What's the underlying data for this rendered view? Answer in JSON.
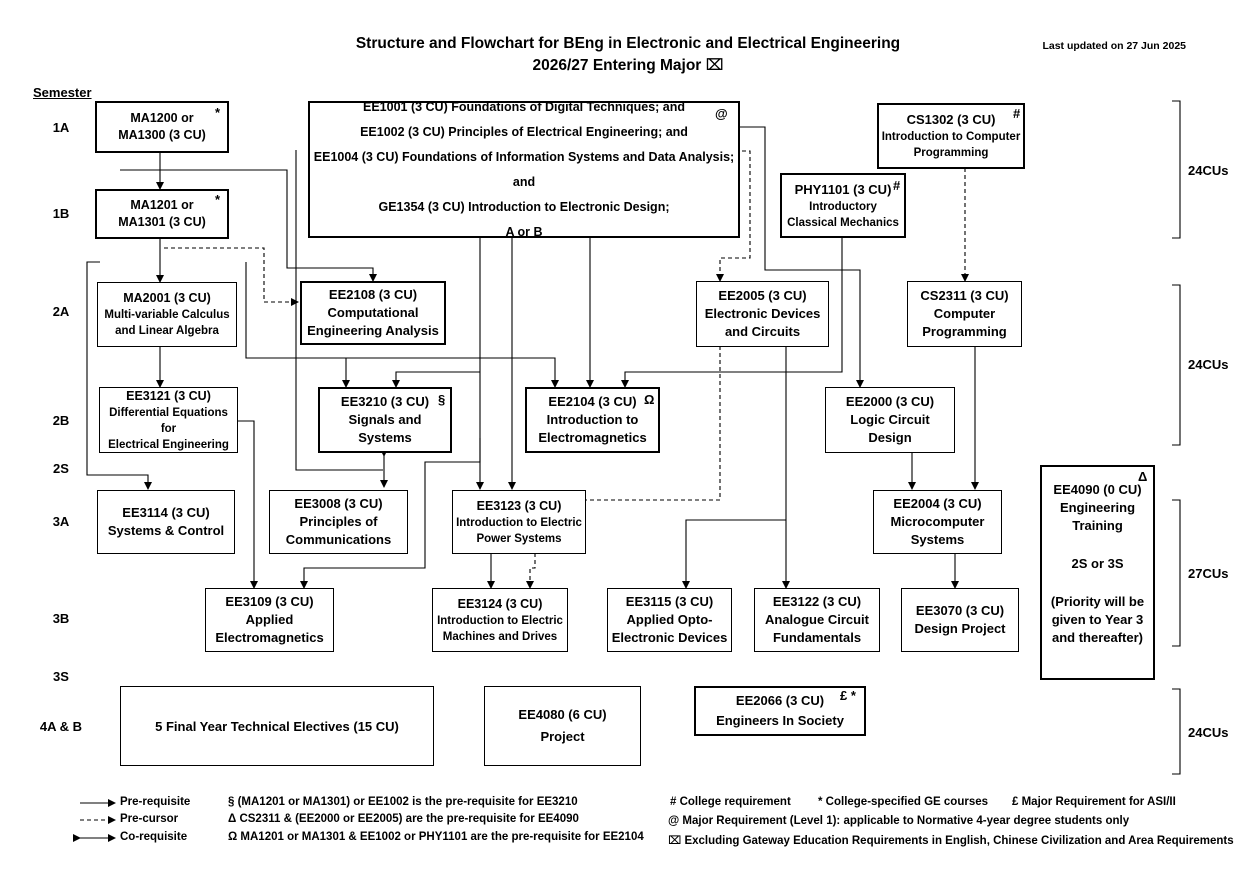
{
  "header": {
    "title_line1": "Structure and Flowchart for BEng in Electronic and Electrical Engineering",
    "title_line2": "2026/27 Entering Major ⌧",
    "last_updated": "Last updated on 27 Jun 2025"
  },
  "semesters": {
    "header": "Semester",
    "s1a": "1A",
    "s1b": "1B",
    "s2a": "2A",
    "s2b": "2B",
    "s2s": "2S",
    "s3a": "3A",
    "s3b": "3B",
    "s3s": "3S",
    "s4": "4A & B"
  },
  "credits": {
    "y1": "24CUs",
    "y2": "24CUs",
    "y3": "27CUs",
    "y4": "24CUs"
  },
  "courses": {
    "ma1200": {
      "l1": "MA1200 or",
      "l2": "MA1300 (3 CU)",
      "sym": "*"
    },
    "ma1201": {
      "l1": "MA1201 or",
      "l2": "MA1301 (3 CU)",
      "sym": "*"
    },
    "ee1001": {
      "l1": "EE1001 (3 CU) Foundations of Digital Techniques; and",
      "l2": "EE1002 (3 CU) Principles of Electrical Engineering; and",
      "l3": "EE1004 (3 CU) Foundations of Information Systems and Data Analysis; and",
      "l4": "GE1354 (3 CU) Introduction to Electronic Design;",
      "l5": "A or B",
      "sym": "@"
    },
    "cs1302": {
      "l1": "CS1302 (3 CU)",
      "l2": "Introduction to Computer",
      "l3": "Programming",
      "sym": "#"
    },
    "phy1101": {
      "l1": "PHY1101 (3 CU)",
      "l2": "Introductory",
      "l3": "Classical Mechanics",
      "sym": "#"
    },
    "ma2001": {
      "l1": "MA2001 (3 CU)",
      "l2": "Multi-variable Calculus",
      "l3": "and Linear Algebra"
    },
    "ee2108": {
      "l1": "EE2108 (3 CU)",
      "l2": "Computational",
      "l3": "Engineering Analysis"
    },
    "ee2005": {
      "l1": "EE2005 (3 CU)",
      "l2": "Electronic Devices",
      "l3": "and Circuits"
    },
    "cs2311": {
      "l1": "CS2311 (3 CU)",
      "l2": "Computer",
      "l3": "Programming"
    },
    "ee3121": {
      "l1": "EE3121 (3 CU)",
      "l2": "Differential Equations for",
      "l3": "Electrical Engineering"
    },
    "ee3210": {
      "l1": "EE3210 (3 CU)",
      "l2": "Signals and",
      "l3": "Systems",
      "sym": "§"
    },
    "ee2104": {
      "l1": "EE2104 (3 CU)",
      "l2": "Introduction to",
      "l3": "Electromagnetics",
      "sym": "Ω"
    },
    "ee2000": {
      "l1": "EE2000 (3 CU)",
      "l2": "Logic Circuit",
      "l3": "Design"
    },
    "ee3114": {
      "l1": "EE3114 (3 CU)",
      "l2": "Systems & Control"
    },
    "ee3008": {
      "l1": "EE3008 (3 CU)",
      "l2": "Principles of",
      "l3": "Communications"
    },
    "ee3123": {
      "l1": "EE3123 (3 CU)",
      "l2": "Introduction to Electric",
      "l3": "Power Systems"
    },
    "ee2004": {
      "l1": "EE2004 (3 CU)",
      "l2": "Microcomputer",
      "l3": "Systems"
    },
    "ee4090": {
      "l1": "EE4090 (0 CU)",
      "l2": "Engineering",
      "l3": "Training",
      "l4": "2S or 3S",
      "l5": "(Priority will be",
      "l6": "given to Year 3",
      "l7": "and thereafter)",
      "sym": "Δ"
    },
    "ee3109": {
      "l1": "EE3109 (3 CU)",
      "l2": "Applied",
      "l3": "Electromagnetics"
    },
    "ee3124": {
      "l1": "EE3124 (3 CU)",
      "l2": "Introduction to Electric",
      "l3": "Machines and Drives"
    },
    "ee3115": {
      "l1": "EE3115 (3 CU)",
      "l2": "Applied Opto-",
      "l3": "Electronic Devices"
    },
    "ee3122": {
      "l1": "EE3122 (3 CU)",
      "l2": "Analogue Circuit",
      "l3": "Fundamentals"
    },
    "ee3070": {
      "l1": "EE3070 (3 CU)",
      "l2": "Design Project"
    },
    "electives": {
      "l1": "5 Final Year Technical Electives (15 CU)"
    },
    "ee4080": {
      "l1": "EE4080 (6 CU)",
      "l2": "Project"
    },
    "ee2066": {
      "l1": "EE2066 (3 CU)",
      "l2": "Engineers In Society",
      "sym": "£ *"
    }
  },
  "legend": {
    "prereq": "Pre-requisite",
    "precursor": "Pre-cursor",
    "coreq": "Co-requisite",
    "note_s": "§  (MA1201 or MA1301) or EE1002 is the pre-requisite for EE3210",
    "note_d": "Δ  CS2311 & (EE2000 or EE2005) are the pre-requisite for EE4090",
    "note_o": "Ω  MA1201 or MA1301 & EE1002 or PHY1101 are the pre-requisite for EE2104",
    "hash": "#  College requirement",
    "star": "*  College-specified GE courses",
    "pound": "£  Major Requirement for ASI/II",
    "at": "@  Major Requirement (Level 1): applicable to Normative 4-year degree students only",
    "excl": "⌧  Excluding Gateway Education Requirements in English, Chinese Civilization and Area Requirements"
  }
}
